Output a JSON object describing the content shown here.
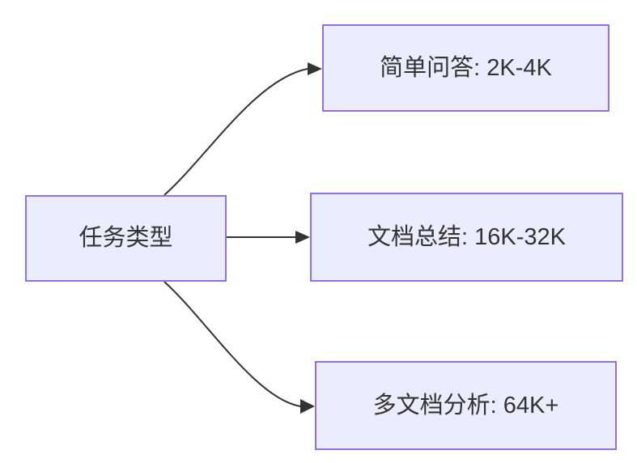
{
  "diagram": {
    "type": "flowchart",
    "direction": "left-to-right",
    "root": {
      "id": "task-type",
      "label": "任务类型"
    },
    "branches": [
      {
        "id": "simple-qa",
        "label": "简单问答: 2K-4K"
      },
      {
        "id": "doc-summary",
        "label": "文档总结: 16K-32K"
      },
      {
        "id": "multidoc-analysis",
        "label": "多文档分析: 64K+"
      }
    ],
    "edges": [
      {
        "from": "任务类型",
        "to": "简单问答: 2K-4K"
      },
      {
        "from": "任务类型",
        "to": "文档总结: 16K-32K"
      },
      {
        "from": "任务类型",
        "to": "多文档分析: 64K+"
      }
    ],
    "colors": {
      "node_fill": "#ECECFF",
      "node_border": "#9370DB",
      "edge": "#333333",
      "text": "#333333",
      "background": "#FFFFFF"
    }
  }
}
